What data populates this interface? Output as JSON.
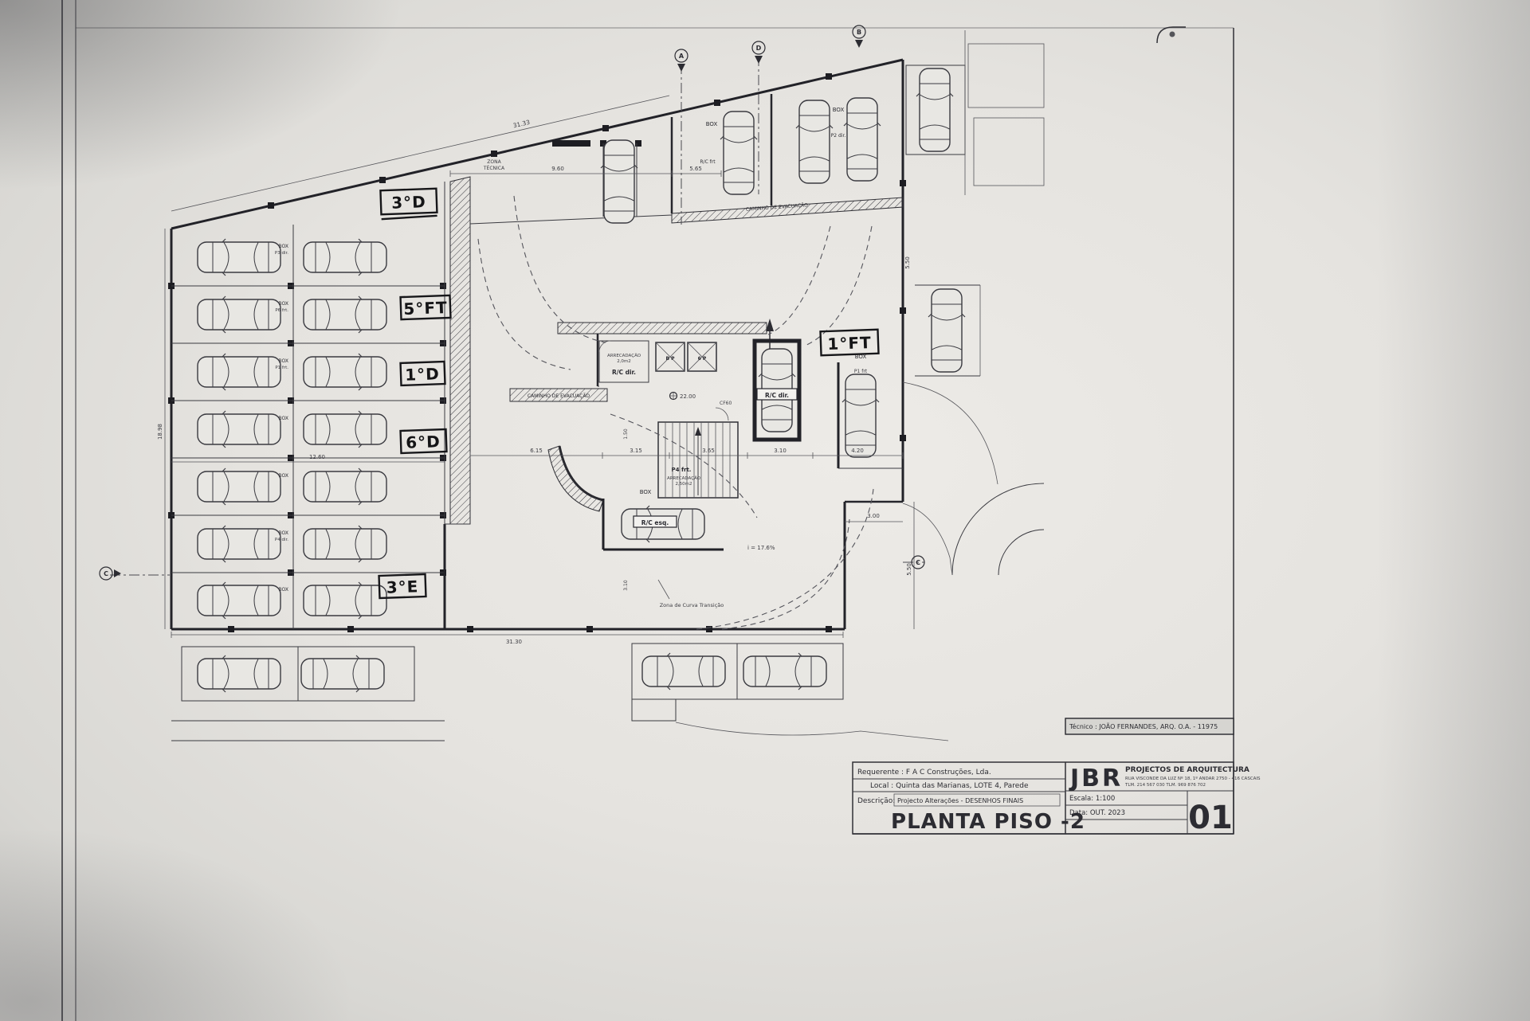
{
  "plan": {
    "handwritten": {
      "d3": "3°D",
      "ft5": "5°FT",
      "d1": "1°D",
      "d6": "6°D",
      "e3": "3°E",
      "ft1": "1°FT"
    },
    "labels": {
      "box": "BOX",
      "zona1": "ZONA",
      "zona2": "TÉCNICA",
      "rcfrt": "R/C frt",
      "p2dir": "P2 dir.",
      "caminho": "CAMINHO DE EVACUAÇÃO",
      "arrec_a": "ARRECADAÇÃO",
      "arrec_a2": "2,0m2",
      "rcdir": "R/C dir.",
      "bp": "B P",
      "p6": "6 P",
      "cf60": "CF60",
      "p4frt": "P4 frt.",
      "arrec_b": "ARRECADAÇÃO",
      "arrec_b2": "2,50m2",
      "rcesq": "R/C esq.",
      "p1frt": "P1 frt",
      "slope": "i = 17.6%",
      "zcurva": "Zona de Curva Transição"
    },
    "stall_labels": [
      "P3 dir.",
      "P6 frt.",
      "P1 frt.",
      "",
      "",
      "P4 dir.",
      ""
    ],
    "dims": {
      "top3133": "31.33",
      "d960": "9.60",
      "d565": "5.65",
      "left1898": "18.98",
      "w1260": "12.60",
      "bottom3130": "31.30",
      "a615": "6.15",
      "a315": "3.15",
      "a365": "3.65",
      "a310": "3.10",
      "a420": "4.20",
      "r300": "3.00",
      "r550": "5.50",
      "v150": "1.50",
      "v310": "3.10",
      "lvl2200": "22.00"
    },
    "markers": {
      "a": "A",
      "b": "B",
      "c": "C",
      "d": "D"
    }
  },
  "titleblock": {
    "tecnico": "Técnico : JOÃO FERNANDES, ARQ.   O.A. - 11975",
    "jbr": "JBR",
    "firm": "PROJECTOS DE ARQUITECTURA",
    "addr1": "RUA VISCONDE DA LUZ Nº 18, 1º ANDAR   2750 - 416   CASCAIS",
    "addr2": "TLM. 214 567 030   TLM. 969 876 702",
    "requerente": "Requerente :  F A C Construções, Lda.",
    "local": "Local : Quinta das Marianas, LOTE 4, Parede",
    "descricao_label": "Descrição:",
    "descricao_value": "Projecto Alterações - DESENHOS FINAIS",
    "title": "PLANTA PISO -2",
    "escala": "Escala: 1:100",
    "data": "Data: OUT. 2023",
    "sheet": "01"
  }
}
